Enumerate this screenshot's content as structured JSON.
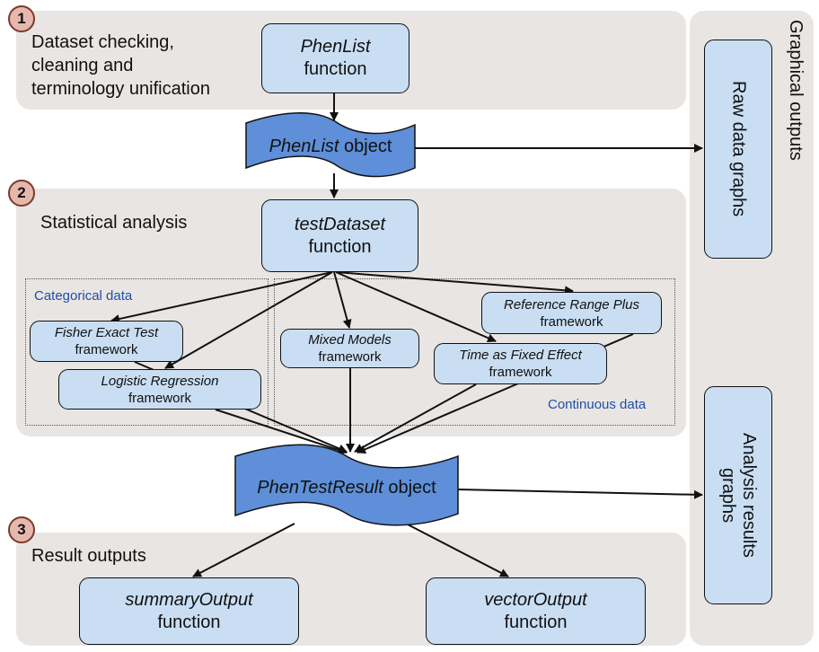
{
  "steps": [
    {
      "number": "1",
      "label_lines": [
        "Dataset checking,",
        "cleaning and",
        "terminology unification"
      ]
    },
    {
      "number": "2",
      "label_lines": [
        "Statistical analysis"
      ]
    },
    {
      "number": "3",
      "label_lines": [
        "Result outputs"
      ]
    }
  ],
  "functions": {
    "phenlist": {
      "name": "PhenList",
      "suffix": "function"
    },
    "testdataset": {
      "name": "testDataset",
      "suffix": "function"
    },
    "summaryoutput": {
      "name": "summaryOutput",
      "suffix": "function"
    },
    "vectoroutput": {
      "name": "vectorOutput",
      "suffix": "function"
    }
  },
  "objects": {
    "phenlist": {
      "name": "PhenList",
      "suffix": " object"
    },
    "phentestresult": {
      "name": "PhenTestResult",
      "suffix": " object"
    }
  },
  "groups": {
    "categorical": "Categorical data",
    "continuous": "Continuous data"
  },
  "frameworks": {
    "fisher": {
      "name": "Fisher Exact Test",
      "suffix": "framework"
    },
    "logistic": {
      "name": "Logistic Regression",
      "suffix": "framework"
    },
    "mixed": {
      "name": "Mixed Models",
      "suffix": "framework"
    },
    "refrange": {
      "name": "Reference Range Plus",
      "suffix": "framework"
    },
    "timefixed": {
      "name": "Time as Fixed Effect",
      "suffix": "framework"
    }
  },
  "graphical": {
    "title": "Graphical outputs",
    "raw": "Raw data graphs",
    "analysis_lines": [
      "Analysis results",
      "graphs"
    ]
  },
  "colors": {
    "panel": "#e9e5e3",
    "box_fill": "#c9def3",
    "object_fill": "#5e8fd8",
    "step_circle": "#e6b8ad",
    "group_label": "#1f4fa8"
  }
}
